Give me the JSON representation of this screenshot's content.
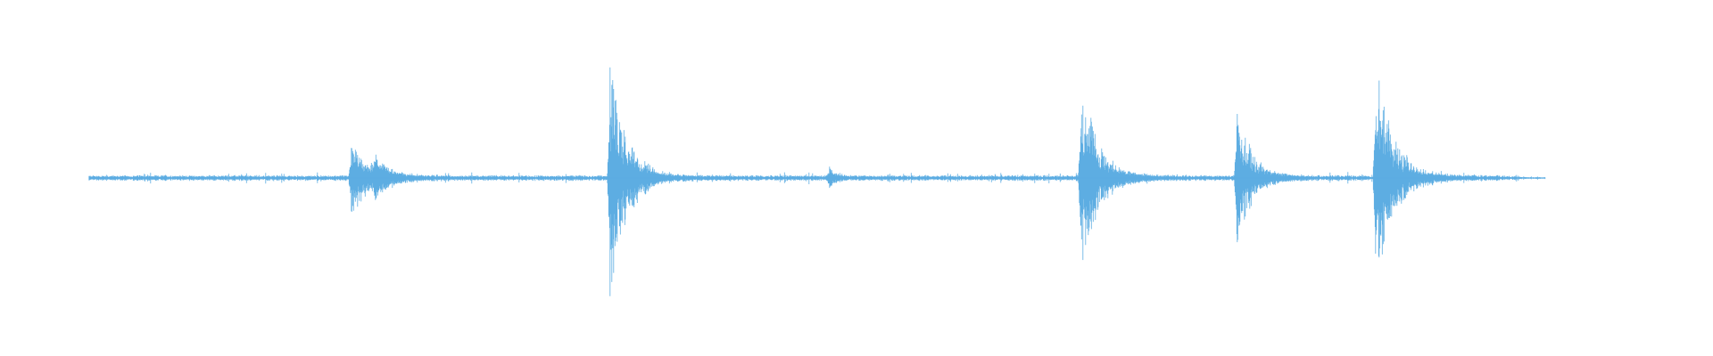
{
  "waveform": {
    "color": "#5dade2",
    "background": "#ffffff",
    "duration_fraction_start": 0.052,
    "duration_fraction_end": 0.902,
    "baseline_noise": 0.02,
    "transients": [
      {
        "position": 0.205,
        "peak": 0.3,
        "decay": 0.012,
        "note": "cluster"
      },
      {
        "position": 0.219,
        "peak": 0.15,
        "decay": 0.006
      },
      {
        "position": 0.356,
        "peak": 1.0,
        "decay": 0.01
      },
      {
        "position": 0.484,
        "peak": 0.09,
        "decay": 0.004
      },
      {
        "position": 0.631,
        "peak": 0.86,
        "decay": 0.01
      },
      {
        "position": 0.722,
        "peak": 0.7,
        "decay": 0.008
      },
      {
        "position": 0.803,
        "peak": 1.05,
        "decay": 0.01
      }
    ]
  }
}
